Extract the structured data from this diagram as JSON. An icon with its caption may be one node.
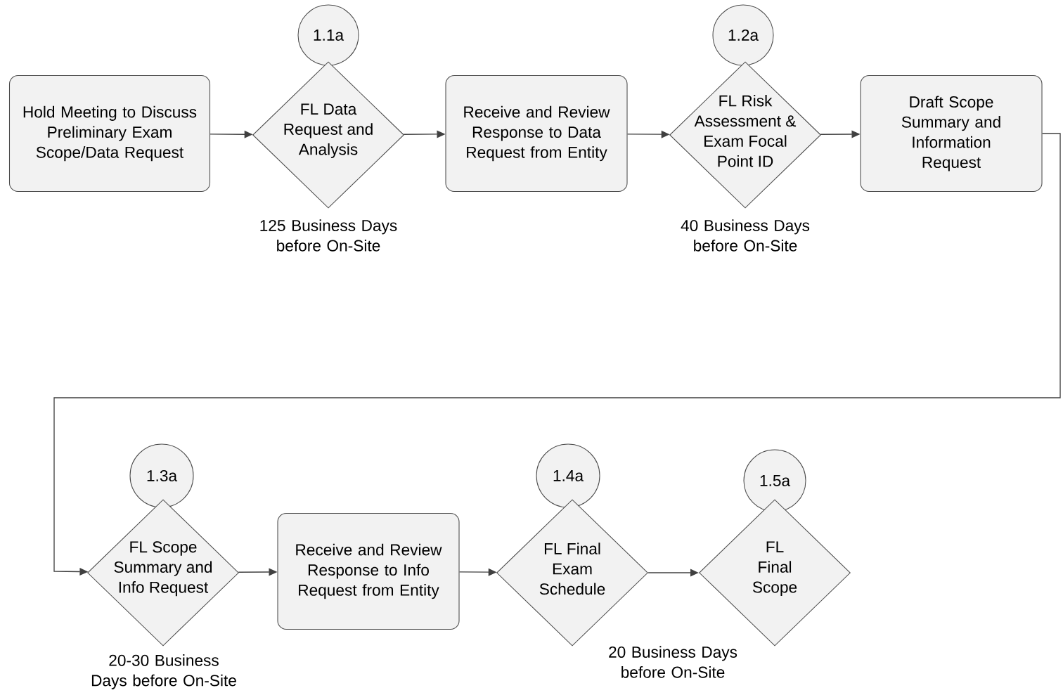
{
  "diagram": {
    "nodes": [
      {
        "text": [
          "Hold Meeting to Discuss Preliminary Exam Scope/Data Request"
        ]
      },
      {
        "text": [
          "1.1a"
        ]
      },
      {
        "text": [
          "FL Data Request and Analysis"
        ],
        "beside": [
          "125 Business Days before On-Site"
        ]
      },
      {
        "text": [
          "Receive and Review Response to Data Request from Entity"
        ]
      },
      {
        "text": [
          "1.2a"
        ]
      },
      {
        "text": [
          "FL Risk Assessment & Exam Focal Point ID"
        ],
        "beside": [
          "40 Business Days before On-Site"
        ]
      },
      {
        "text": [
          "Draft Scope Summary and Information Request"
        ]
      },
      {
        "text": [
          "1.3a"
        ]
      },
      {
        "text": [
          "FL Scope Summary and Info Request"
        ],
        "beside": [
          "20-30 Business Days before On-Site"
        ]
      },
      {
        "text": [
          "Receive and Review Response to Info Request from Entity"
        ]
      },
      {
        "text": [
          "1.4a"
        ]
      },
      {
        "text": [
          "FL Final Exam Schedule"
        ],
        "beside": [
          "20 Business Days before On-Site"
        ]
      },
      {
        "text": [
          "1.5a"
        ]
      },
      {
        "text": [
          "FL Final Scope"
        ]
      }
    ],
    "edges": [
      {
        "from": 0,
        "to": 2,
        "arrow": "to"
      },
      {
        "from": 2,
        "to": 3,
        "arrow": "to"
      },
      {
        "from": 3,
        "to": 5,
        "arrow": "to"
      },
      {
        "from": 5,
        "to": 6,
        "arrow": "to"
      },
      {
        "from": 6,
        "to": 8,
        "arrow": "to"
      },
      {
        "from": 8,
        "to": 9,
        "arrow": "to"
      },
      {
        "from": 9,
        "to": 11,
        "arrow": "to"
      },
      {
        "from": 11,
        "to": 13,
        "arrow": "to"
      }
    ]
  }
}
